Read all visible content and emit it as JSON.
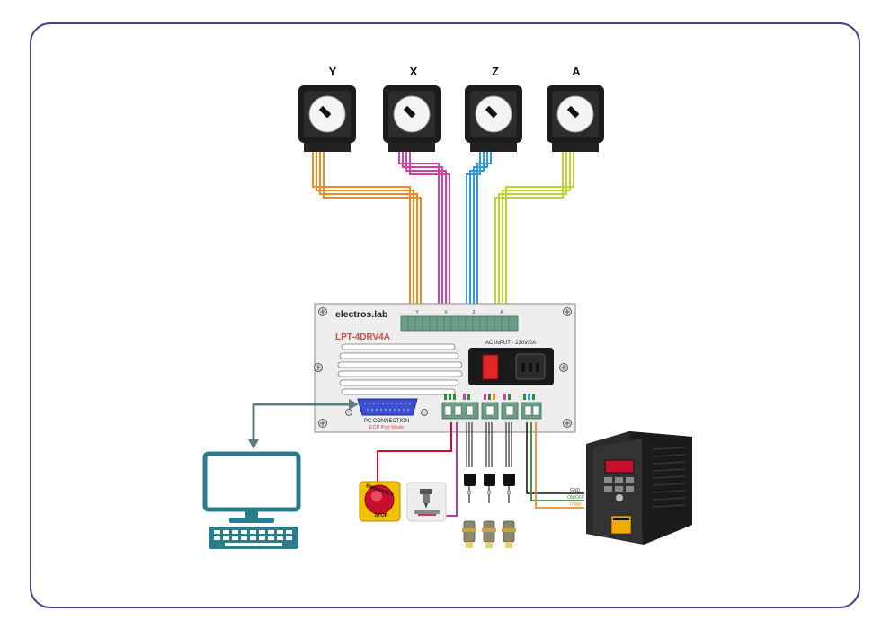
{
  "motors": [
    {
      "label": "Y",
      "color": "#f08a24"
    },
    {
      "label": "X",
      "color": "#d63fa6"
    },
    {
      "label": "Z",
      "color": "#2b9be0"
    },
    {
      "label": "A",
      "color": "#b8d630"
    }
  ],
  "board": {
    "brand": "electros.lab",
    "model": "LPT-4DRV4A",
    "terminal_labels": [
      "Y",
      "X",
      "Z",
      "A"
    ],
    "ac_input": "AC INPUT - 230V/2A",
    "pc_connection": "PC  CONNECTION",
    "ecp_mode": "ECP Port Mode"
  },
  "estop": {
    "line1": "EMERGENCY",
    "line2": "STOP"
  },
  "vfd_wires": [
    {
      "label": "GND",
      "color": "#333333"
    },
    {
      "label": "ON/OFF",
      "color": "#2e8b3a"
    },
    {
      "label": "PWM",
      "color": "#f08a24"
    }
  ],
  "colors": {
    "frame": "#4b3f8f",
    "board_fill": "#eeeeee",
    "pc_teal": "#2d7c8c",
    "model_red": "#d24a4a",
    "estop_red": "#c8102e",
    "estop_yellow": "#f2c200",
    "pc_arrow": "#607d7d",
    "db25_blue": "#3b4fd1"
  }
}
